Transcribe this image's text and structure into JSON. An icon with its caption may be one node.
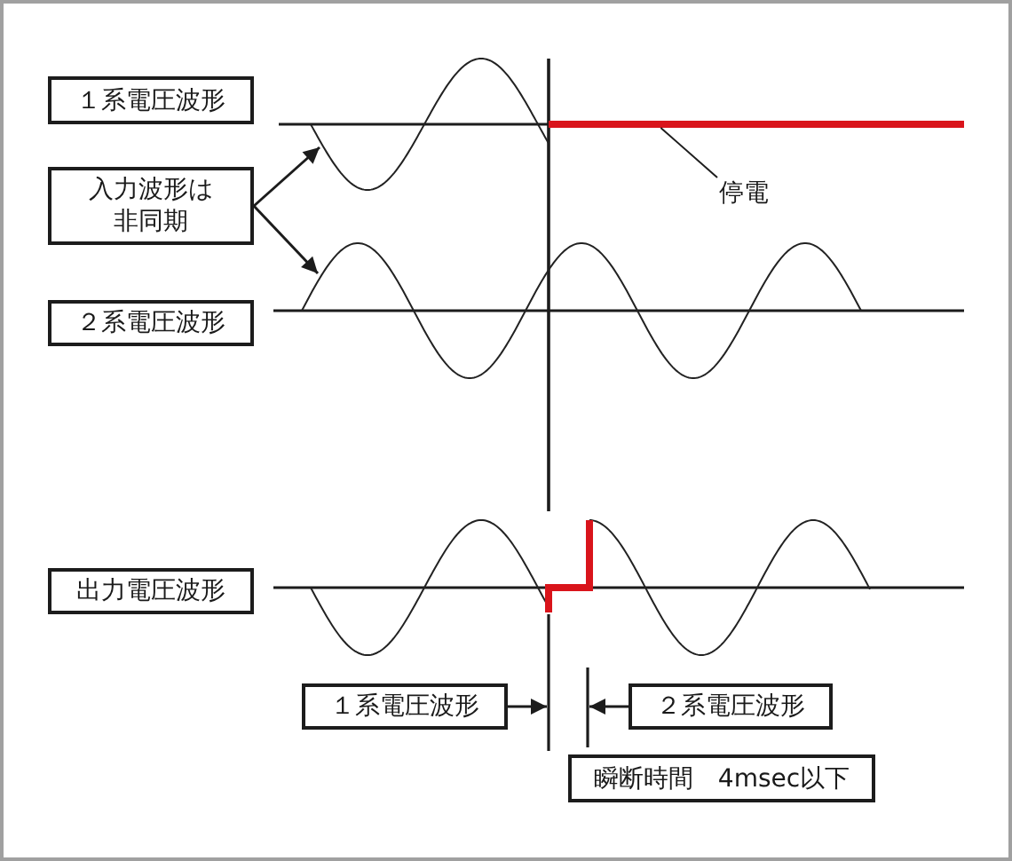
{
  "diagram": {
    "nodes": [
      {
        "text": [
          "１系電圧波形"
        ]
      },
      {
        "text": [],
        "shape": "wave"
      },
      {
        "text": [],
        "shape": "line"
      },
      {
        "text": [
          "入力波形は非同期"
        ]
      },
      {
        "text": [
          "停電"
        ]
      },
      {
        "text": [
          "２系電圧波形"
        ]
      },
      {
        "text": [],
        "shape": "wave"
      },
      {
        "text": [
          "出力電圧波形"
        ]
      },
      {
        "text": [
          "１系電圧波形"
        ]
      },
      {
        "text": [
          "２系電圧波形"
        ]
      },
      {
        "text": [
          "瞬断時間　4msec以下"
        ]
      }
    ],
    "edges": [
      {
        "from": 3,
        "to": 1,
        "arrow": "to"
      },
      {
        "from": 3,
        "to": 6,
        "arrow": "to"
      },
      {
        "from": 4,
        "to": 2,
        "arrow": "none"
      },
      {
        "from": 8,
        "to": null,
        "arrow": "to"
      },
      {
        "from": 9,
        "to": null,
        "arrow": "to"
      }
    ]
  }
}
